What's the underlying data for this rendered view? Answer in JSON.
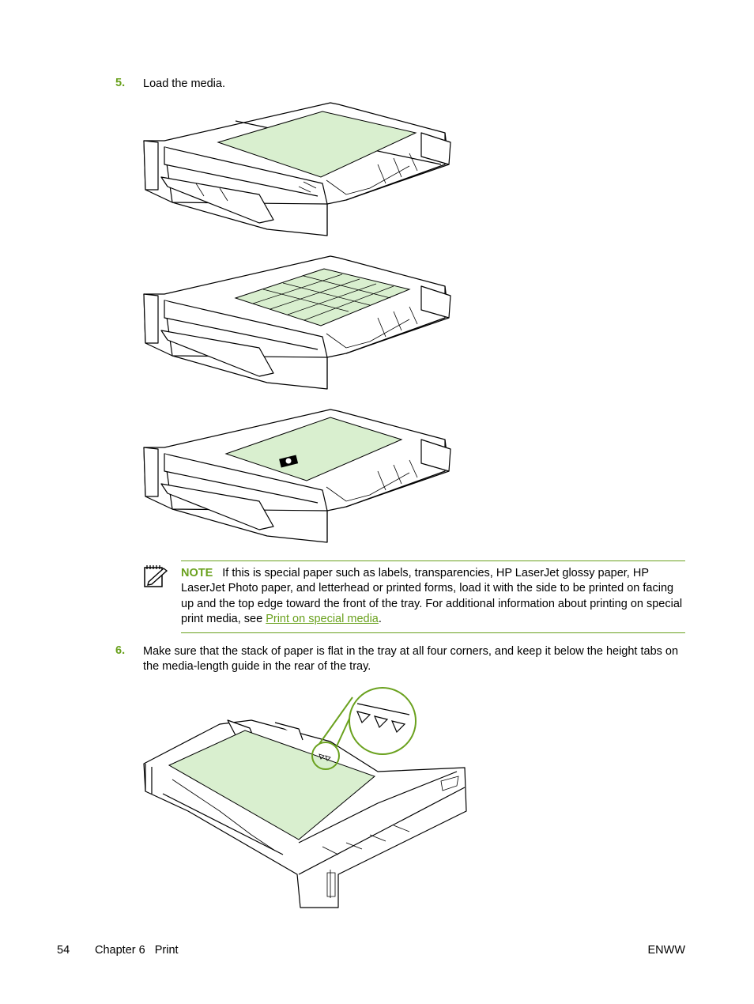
{
  "steps": [
    {
      "number": "5.",
      "text": "Load the media."
    },
    {
      "number": "6.",
      "text": "Make sure that the stack of paper is flat in the tray at all four corners, and keep it below the height tabs on the media-length guide in the rear of the tray."
    }
  ],
  "note": {
    "label": "NOTE",
    "text": "If this is special paper such as labels, transparencies, HP LaserJet glossy paper, HP LaserJet Photo paper, and letterhead or printed forms, load it with the side to be printed on facing up and the top edge toward the front of the tray. For additional information about printing on special print media, see ",
    "link_text": "Print on special media",
    "after_link": ".",
    "icon": "note-pencil-icon"
  },
  "figures": {
    "plain_paper": {
      "icon": "paper-tray-plain"
    },
    "labels": {
      "icon": "paper-tray-labels"
    },
    "letterhead": {
      "icon": "paper-tray-letterhead",
      "logo": "hp"
    },
    "height_tabs": {
      "icon": "paper-tray-height-tabs"
    }
  },
  "colors": {
    "accent": "#6aa11e",
    "paper_fill": "#d9efcf"
  },
  "footer": {
    "page_number": "54",
    "chapter": "Chapter 6   Print",
    "doc_code": "ENWW"
  }
}
